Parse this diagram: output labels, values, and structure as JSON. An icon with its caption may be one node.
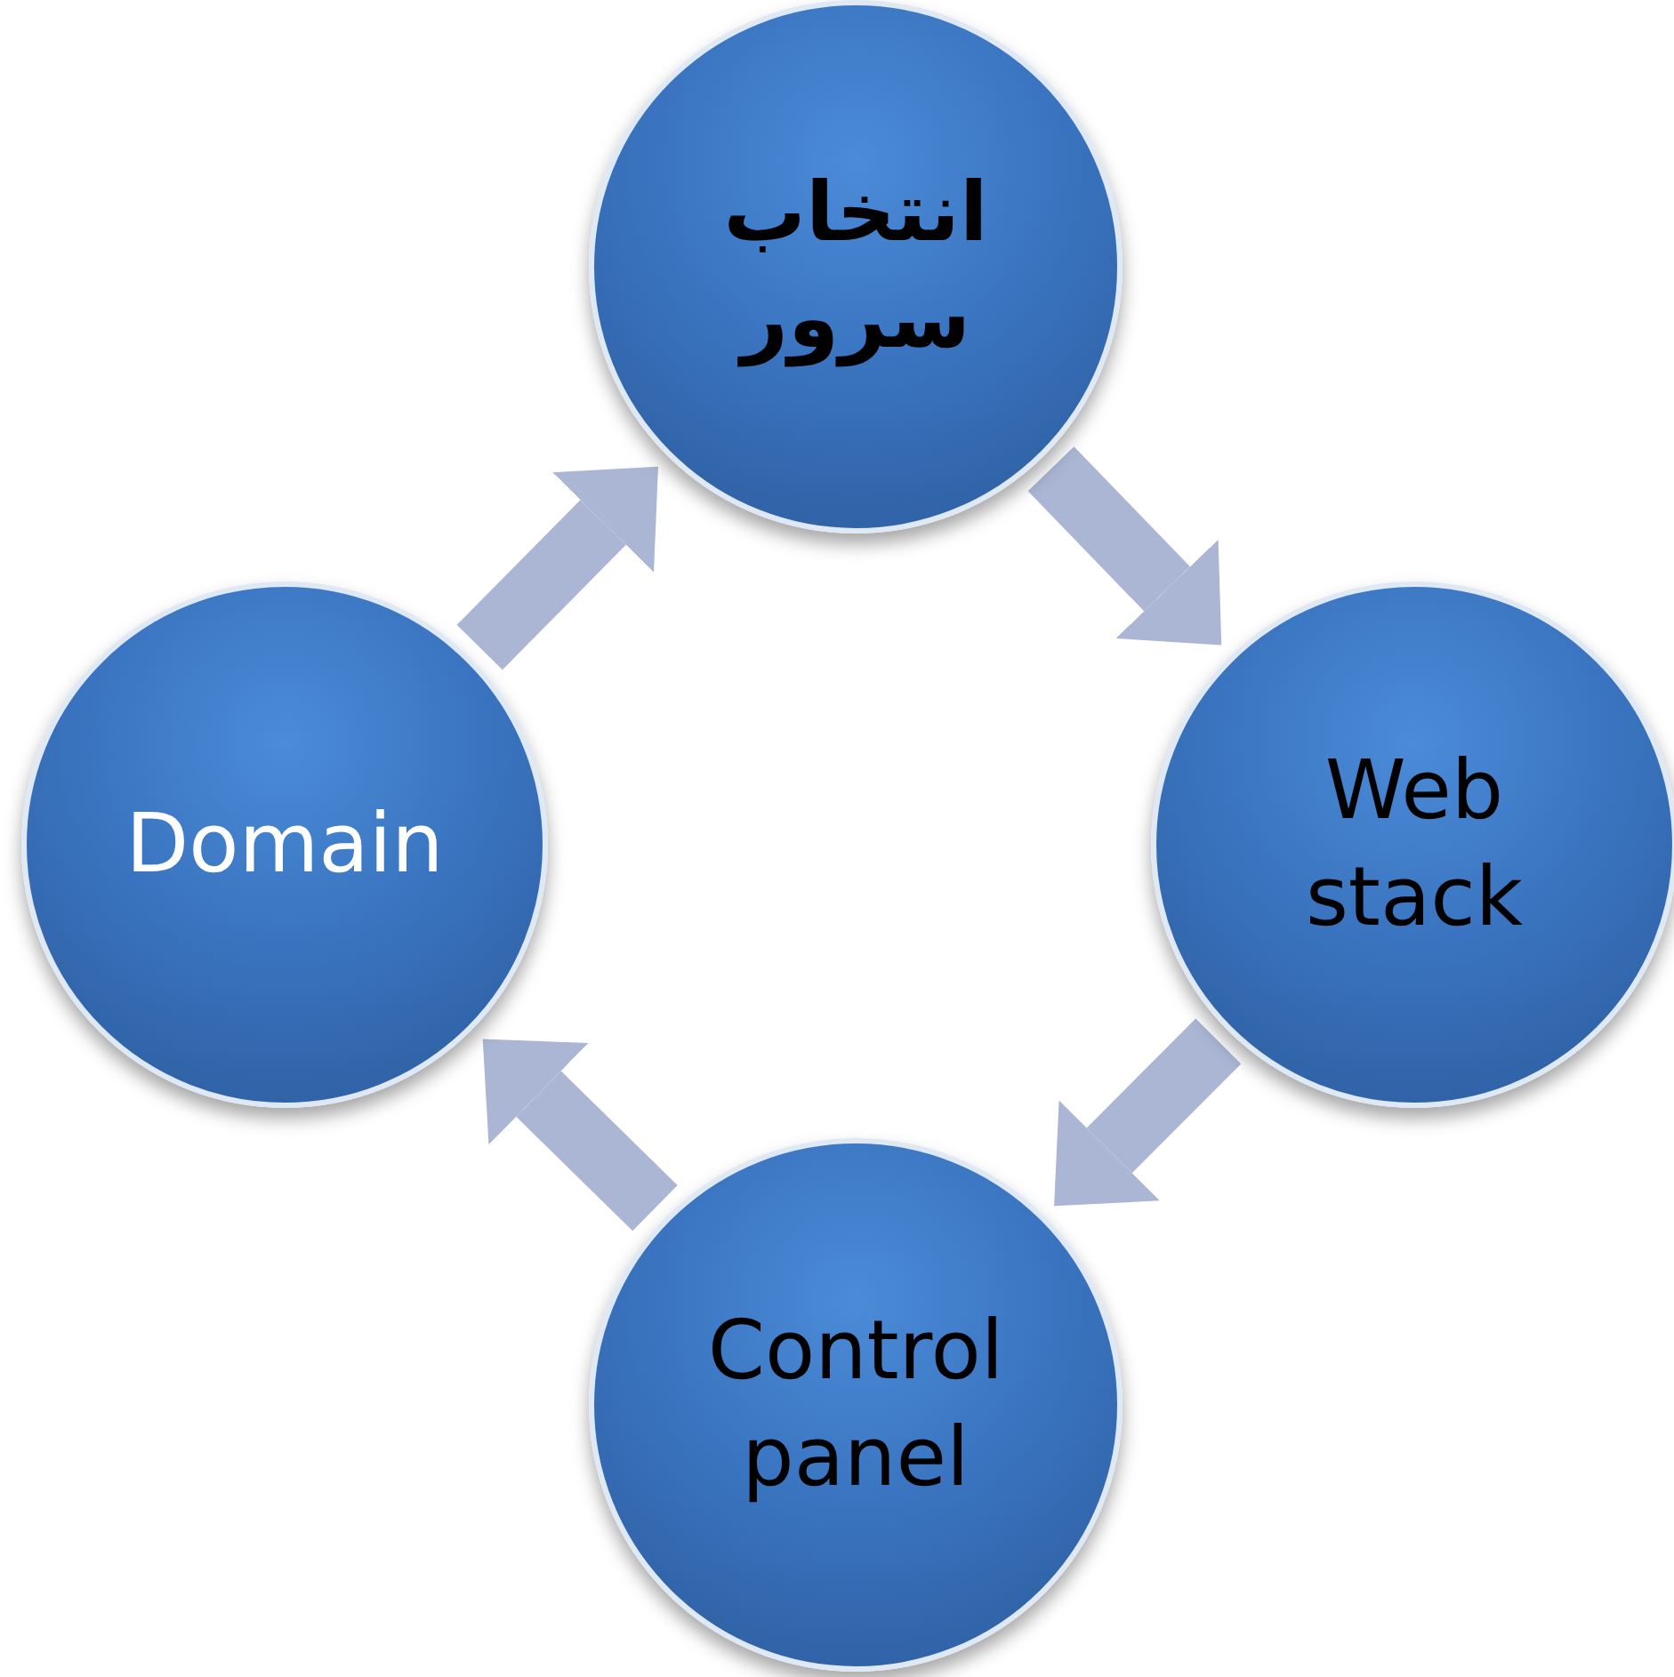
{
  "diagram": {
    "nodes": [
      {
        "text": [
          "انتخاب سرور"
        ]
      },
      {
        "text": [
          "Web stack"
        ]
      },
      {
        "text": [
          "Control panel"
        ]
      },
      {
        "text": [
          "Domain"
        ]
      }
    ],
    "edges": [
      {
        "from": 0,
        "to": 1,
        "arrow": "to"
      },
      {
        "from": 1,
        "to": 2,
        "arrow": "to"
      },
      {
        "from": 2,
        "to": 3,
        "arrow": "to"
      },
      {
        "from": 3,
        "to": 0,
        "arrow": "to"
      }
    ]
  }
}
